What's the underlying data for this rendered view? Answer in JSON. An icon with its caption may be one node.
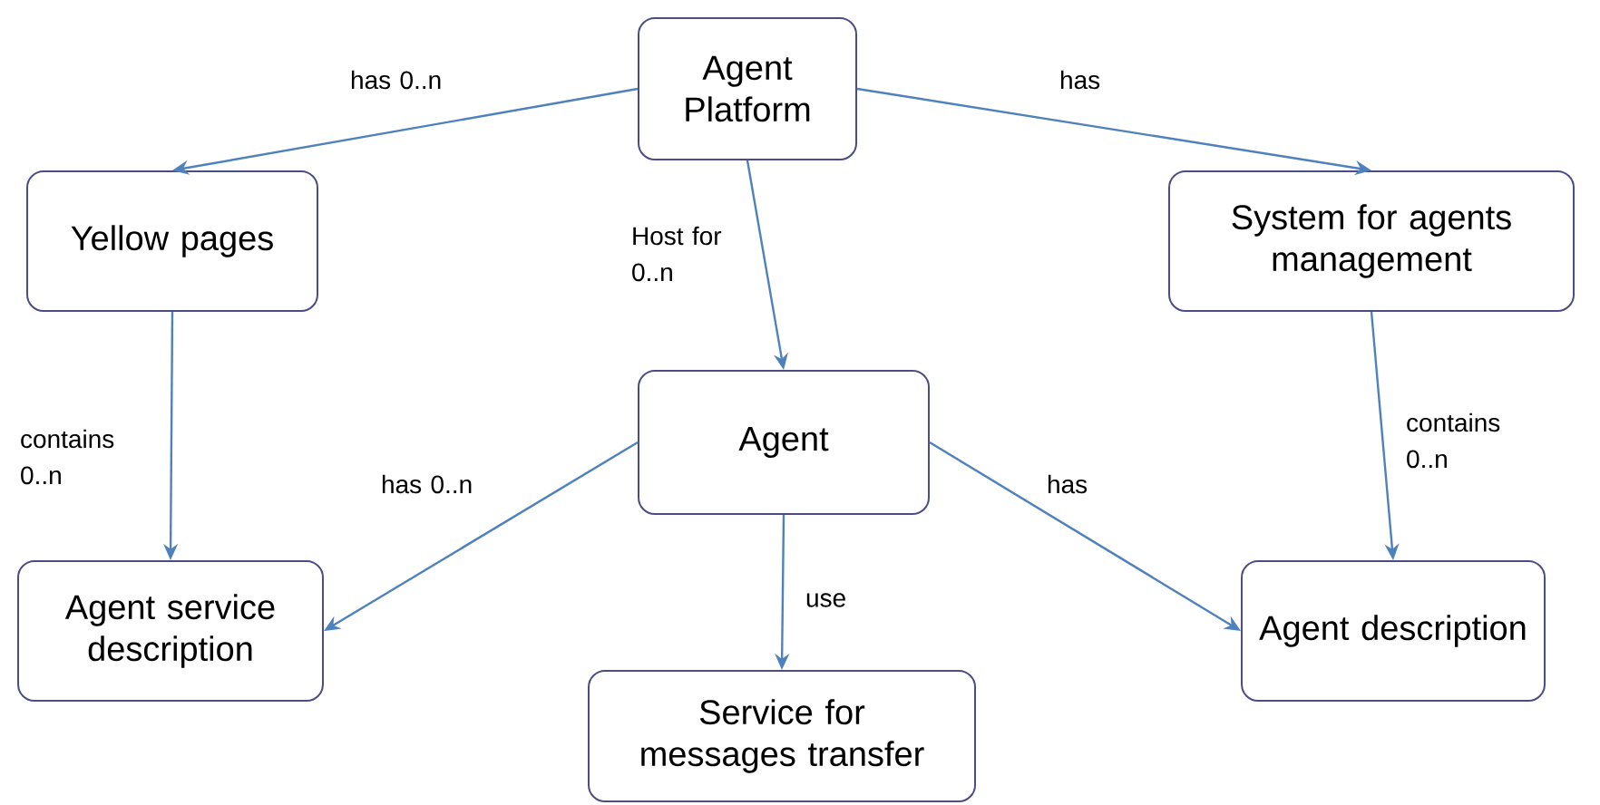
{
  "diagram": {
    "nodes": [
      {
        "text": [
          "Agent Platform"
        ]
      },
      {
        "text": [
          "Yellow pages"
        ]
      },
      {
        "text": [
          "System for agents management"
        ]
      },
      {
        "text": [
          "Agent"
        ]
      },
      {
        "text": [
          "Agent service description"
        ]
      },
      {
        "text": [
          "Service for messages transfer"
        ]
      },
      {
        "text": [
          "Agent description"
        ]
      }
    ],
    "edges": [
      {
        "from": 0,
        "to": 1,
        "arrow": "to",
        "label": "has 0..n"
      },
      {
        "from": 0,
        "to": 2,
        "arrow": "to",
        "label": "has"
      },
      {
        "from": 0,
        "to": 3,
        "arrow": "to",
        "label": "Host for 0..n"
      },
      {
        "from": 1,
        "to": 4,
        "arrow": "to",
        "label": "contains 0..n"
      },
      {
        "from": 2,
        "to": 6,
        "arrow": "to",
        "label": "contains 0..n"
      },
      {
        "from": 3,
        "to": 4,
        "arrow": "to",
        "label": "has 0..n"
      },
      {
        "from": 3,
        "to": 5,
        "arrow": "to",
        "label": "use"
      },
      {
        "from": 3,
        "to": 6,
        "arrow": "to",
        "label": "has"
      }
    ]
  }
}
